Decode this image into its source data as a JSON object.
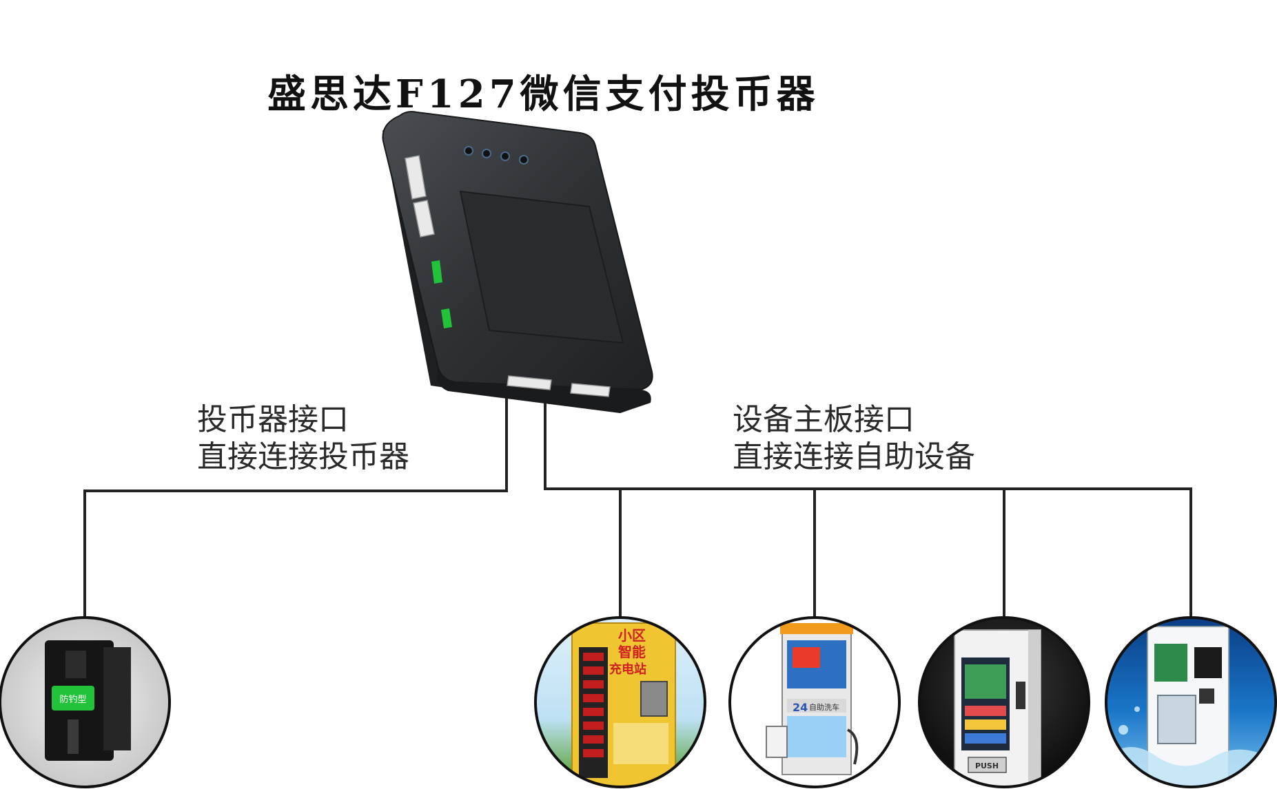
{
  "title": "盛思达F127微信支付投币器",
  "left_label": {
    "line1": "投币器接口",
    "line2": "直接连接投币器"
  },
  "right_label": {
    "line1": "设备主板接口",
    "line2": "直接连接自助设备"
  },
  "coin_acceptor": {
    "badge_text": "防钓型"
  },
  "charging_station": {
    "line1": "小区",
    "line2": "智能",
    "line3": "充电站"
  },
  "car_wash": {
    "badge": "24",
    "text": "自助洗车"
  },
  "vending_machine": {
    "button": "PUSH"
  },
  "colors": {
    "line": "#222222",
    "device_body": "#2e3033",
    "port_green": "#22c33a"
  }
}
